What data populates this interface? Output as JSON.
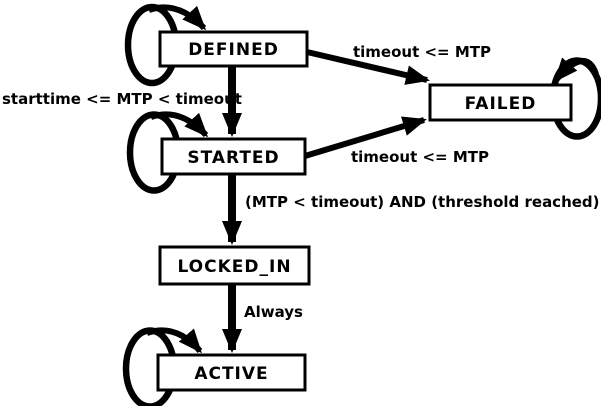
{
  "diagram_type": "state-machine",
  "colors": {
    "background": "#ffffff",
    "ink": "#000000"
  },
  "states": [
    {
      "label": "DEFINED",
      "self_loop": true
    },
    {
      "label": "STARTED",
      "self_loop": true
    },
    {
      "label": "LOCKED_IN",
      "self_loop": false
    },
    {
      "label": "ACTIVE",
      "self_loop": true
    },
    {
      "label": "FAILED",
      "self_loop": true
    }
  ],
  "transitions": [
    {
      "from": "DEFINED",
      "to": "STARTED",
      "label": "starttime <= MTP < timeout"
    },
    {
      "from": "DEFINED",
      "to": "FAILED",
      "label": "timeout <= MTP"
    },
    {
      "from": "STARTED",
      "to": "FAILED",
      "label": "timeout <= MTP"
    },
    {
      "from": "STARTED",
      "to": "LOCKED_IN",
      "label": "(MTP < timeout) AND (threshold reached)"
    },
    {
      "from": "LOCKED_IN",
      "to": "ACTIVE",
      "label": "Always"
    }
  ]
}
